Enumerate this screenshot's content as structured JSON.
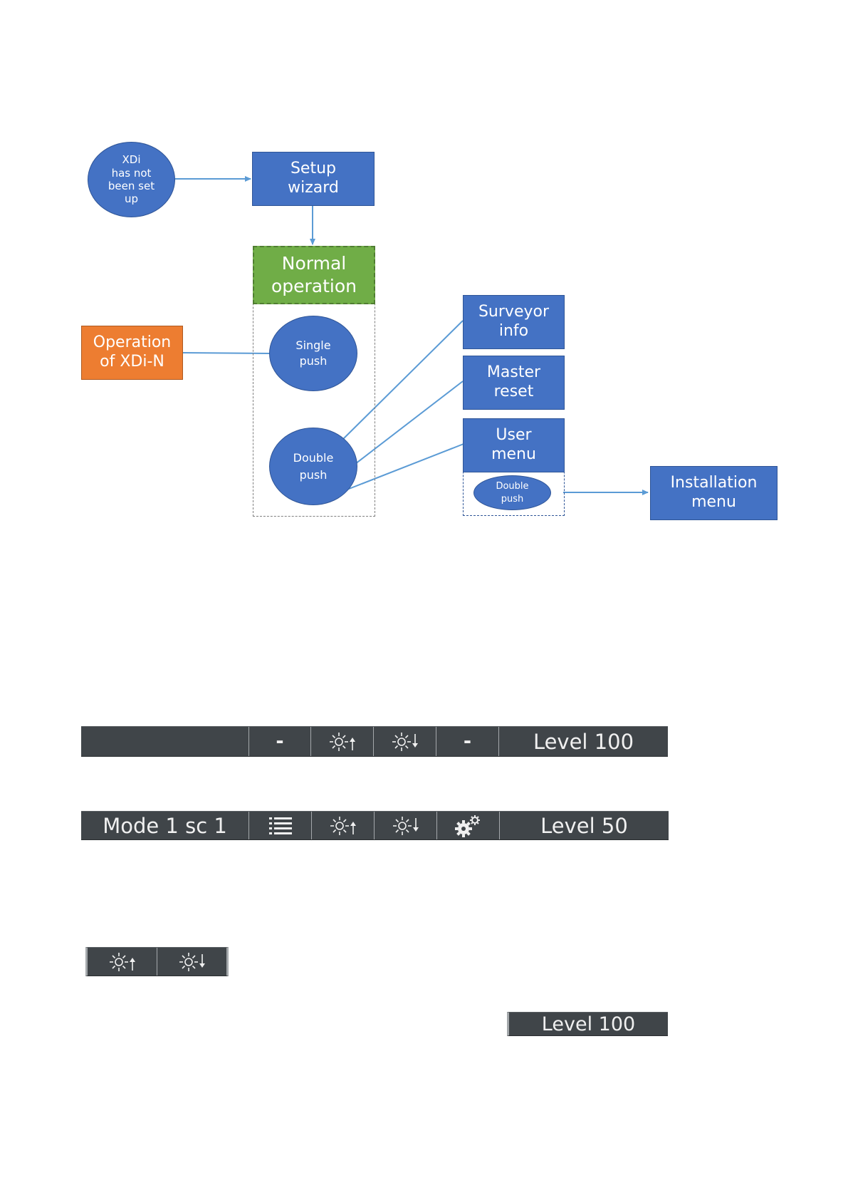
{
  "diagram": {
    "nodes": {
      "not_set_up": "XDi\nhas not\nbeen set\nup",
      "setup_wizard": "Setup\nwizard",
      "normal_operation": "Normal\noperation",
      "operation_xdi_n": "Operation\nof XDi-N",
      "single_push": "Single\npush",
      "double_push": "Double\npush",
      "surveyor_info": "Surveyor\ninfo",
      "master_reset": "Master\nreset",
      "user_menu": "User\nmenu",
      "user_menu_double_push": "Double\npush",
      "installation_menu": "Installation\nmenu"
    },
    "colors": {
      "blue": "#4472c4",
      "green": "#70ad47",
      "orange": "#ed7d31",
      "connector": "#5b9bd5"
    }
  },
  "menu_bars": {
    "bar1": {
      "cells": [
        "",
        "-",
        "brightness-up-icon",
        "brightness-down-icon",
        "-",
        "Level 100"
      ]
    },
    "bar2": {
      "cells": [
        "Mode 1 sc 1",
        "list-icon",
        "brightness-up-icon",
        "brightness-down-icon",
        "gear-icon",
        "Level 50"
      ]
    },
    "brightness_buttons": {
      "cells": [
        "brightness-up-icon",
        "brightness-down-icon"
      ]
    },
    "level_indicator": "Level 100",
    "bar_color": "#404549"
  }
}
